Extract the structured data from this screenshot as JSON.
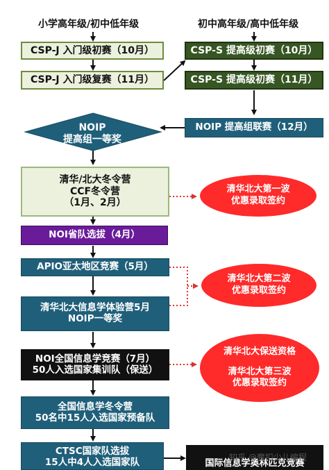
{
  "headers": {
    "left": "小学高年级/初中低年级",
    "right": "初中高年级/高中低年级"
  },
  "left_col": {
    "csp_j_first": "CSP-J 入门级初赛（10月）",
    "csp_j_second": "CSP-J 入门级复赛（11月）"
  },
  "right_col": {
    "csp_s_first": "CSP-S 提高级初赛（10月）",
    "csp_s_second": "CSP-S 提高级初赛（11月）",
    "noip_joint": "NOIP 提高组联赛（12月）"
  },
  "noip_diamond": {
    "line1": "NOIP",
    "line2": "提高组一等奖"
  },
  "winter_camp": {
    "line1": "清华/北大冬令营",
    "line2": "CCF冬令营",
    "line3": "（1月、2月）"
  },
  "noi_province": "NOI省队选拔（4月）",
  "apio": "APIO亚太地区竞赛（5月）",
  "tsinghua_camp": {
    "line1": "清华北大信息学体验营5月",
    "line2": "NOIP一等奖"
  },
  "noi_national": {
    "line1": "NOI全国信息学竞赛（7月）",
    "line2": "50人入选国家集训队（保送）"
  },
  "national_winter": {
    "line1": "全国信息学冬令营",
    "line2": "50名中15人入选国家预备队"
  },
  "ctsc": {
    "line1": "CTSC国家队选拔",
    "line2": "15人中4人入选国家队"
  },
  "ioi": "国际信息学奥林匹克竞赛",
  "pills": {
    "first": {
      "line1": "清华北大第一波",
      "line2": "优惠录取签约"
    },
    "second": {
      "line1": "清华北大第二波",
      "line2": "优惠录取签约"
    },
    "third": {
      "line1": "清华北大保送资格",
      "line2": "清华北大第三波",
      "line3": "优惠录取签约"
    }
  },
  "watermark": "知乎 @魔扣少儿编程",
  "colors": {
    "light_green": "#ebf1dd",
    "dark_green": "#375623",
    "steel_blue": "#1f5f7a",
    "purple": "#6a1b9a",
    "black": "#111111",
    "red": "#ff2a2a",
    "dotted_red": "#d9342b"
  }
}
